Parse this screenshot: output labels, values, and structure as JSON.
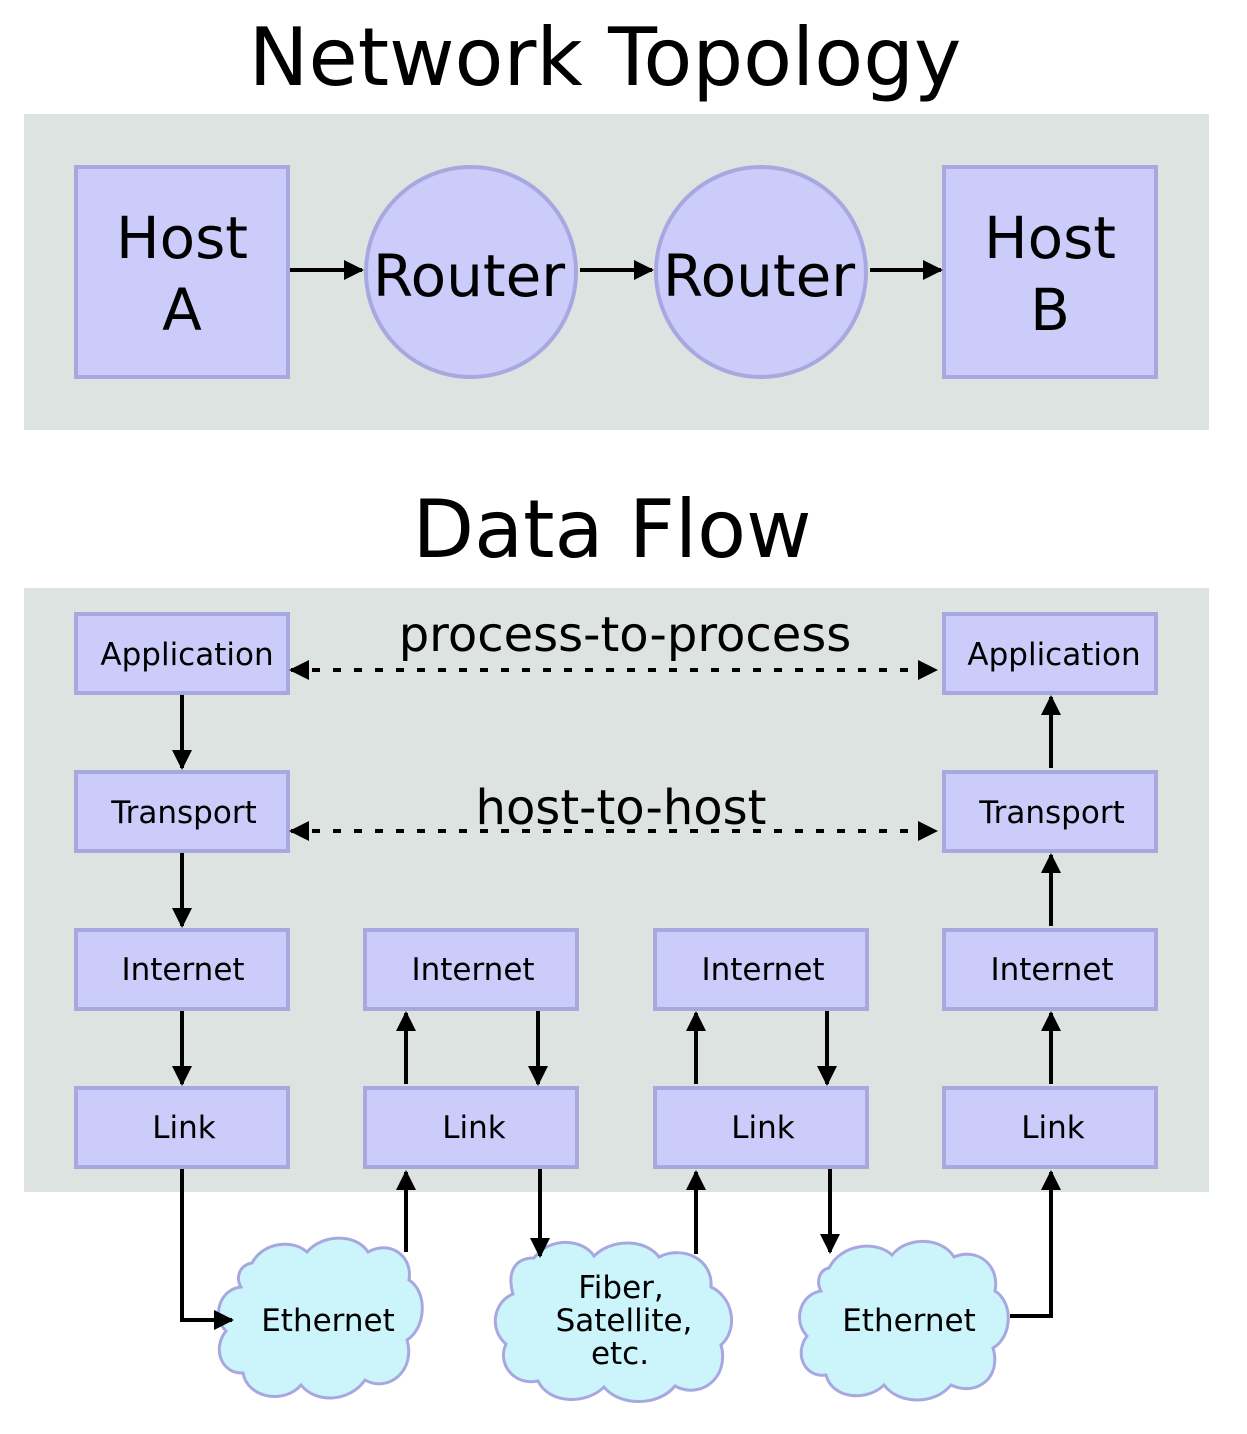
{
  "titles": {
    "topology": "Network Topology",
    "data_flow": "Data Flow"
  },
  "topology": {
    "host_a": [
      "Host",
      "A"
    ],
    "router_1": "Router",
    "router_2": "Router",
    "host_b": [
      "Host",
      "B"
    ]
  },
  "flow": {
    "process_label": "process-to-process",
    "host_label": "host-to-host",
    "left_stack": [
      "Application",
      "Transport",
      "Internet",
      "Link"
    ],
    "right_stack": [
      "Application",
      "Transport",
      "Internet",
      "Link"
    ],
    "router_stack_1": [
      "Internet",
      "Link"
    ],
    "router_stack_2": [
      "Internet",
      "Link"
    ],
    "clouds": {
      "left": [
        "Ethernet"
      ],
      "middle": [
        "Fiber,",
        "Satellite,",
        "etc."
      ],
      "right": [
        "Ethernet"
      ]
    }
  },
  "colors": {
    "panel_bg": "#dde3e1",
    "box_fill": "#ccccfa",
    "box_stroke": "#a8a8e0",
    "cloud_fill": "#ccf5fb"
  }
}
